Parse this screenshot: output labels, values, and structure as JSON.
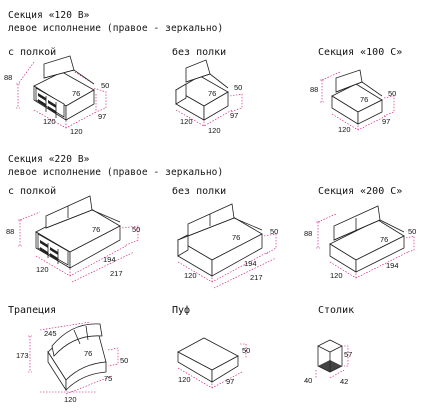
{
  "section1": {
    "title": "Секция «120 В»",
    "subtitle": "левое исполнение (правое - зеркально)",
    "items": [
      {
        "label": "с полкой",
        "dims": [
          "88",
          "76",
          "50",
          "120",
          "97",
          "120"
        ]
      },
      {
        "label": "без полки",
        "dims": [
          "76",
          "50",
          "120",
          "97",
          "120"
        ]
      },
      {
        "label": "Секция «100 С»",
        "dims": [
          "88",
          "76",
          "50",
          "120",
          "97"
        ]
      }
    ]
  },
  "section2": {
    "title": "Секция «220 В»",
    "subtitle": "левое исполнение (правое - зеркально)",
    "items": [
      {
        "label": "с полкой",
        "dims": [
          "88",
          "76",
          "50",
          "120",
          "194",
          "217"
        ]
      },
      {
        "label": "без полки",
        "dims": [
          "76",
          "50",
          "120",
          "194",
          "217"
        ]
      },
      {
        "label": "Секция «200 С»",
        "dims": [
          "88",
          "76",
          "50",
          "120",
          "194"
        ]
      }
    ]
  },
  "section3": {
    "items": [
      {
        "label": "Трапеция",
        "dims": [
          "245",
          "173",
          "76",
          "50",
          "75",
          "120"
        ]
      },
      {
        "label": "Пуф",
        "dims": [
          "50",
          "120",
          "97"
        ]
      },
      {
        "label": "Столик",
        "dims": [
          "57",
          "40",
          "42"
        ]
      }
    ]
  }
}
